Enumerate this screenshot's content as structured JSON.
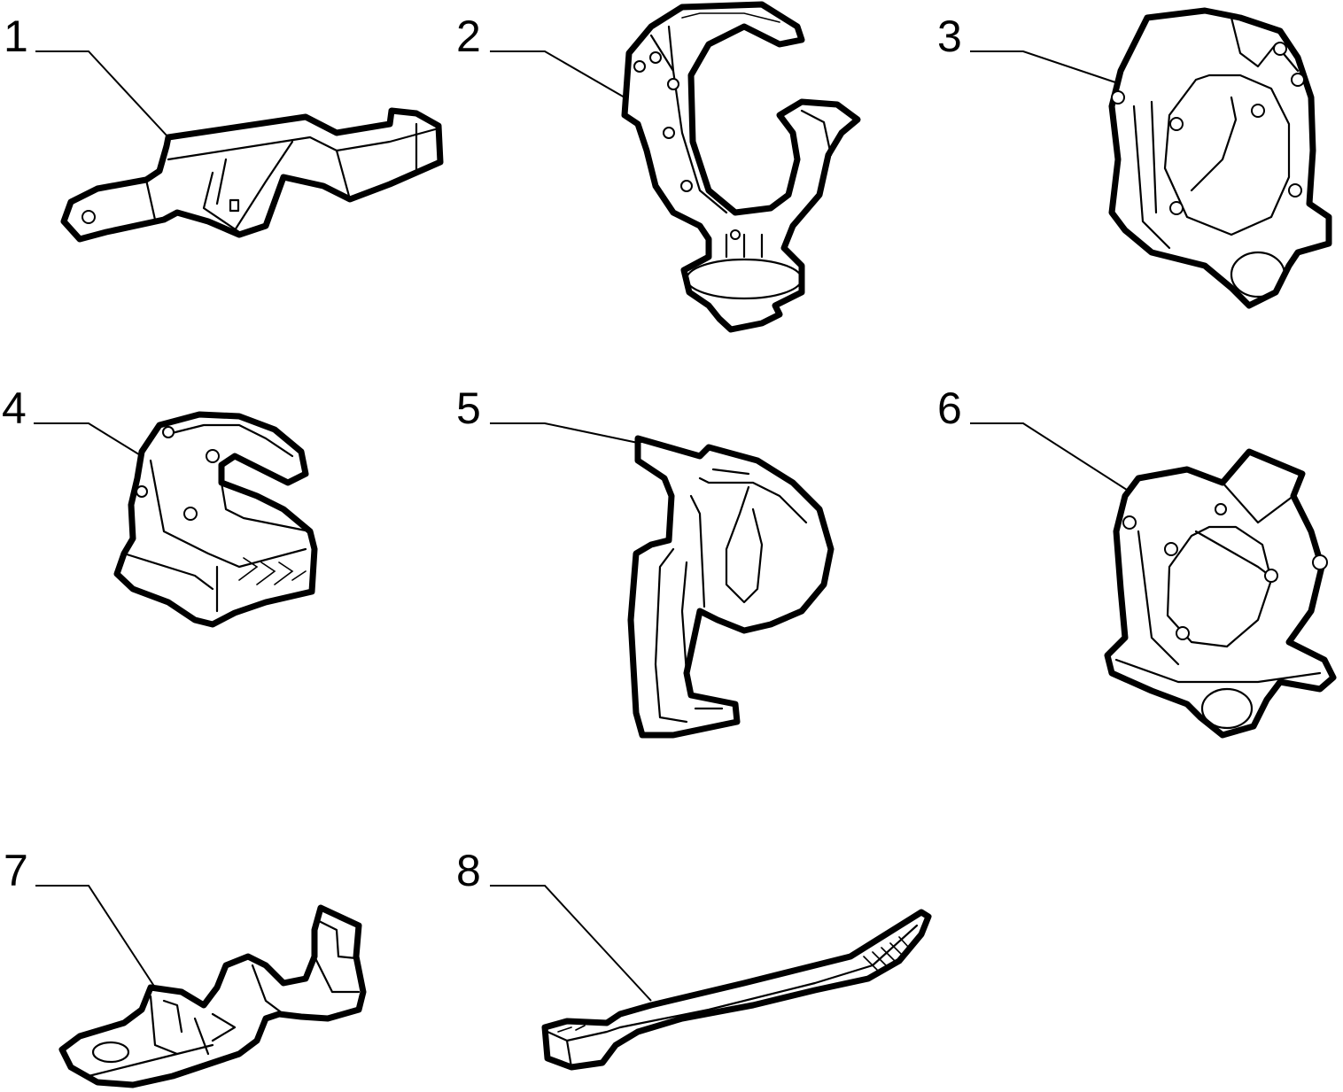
{
  "callouts": [
    {
      "id": 1,
      "label": "1"
    },
    {
      "id": 2,
      "label": "2"
    },
    {
      "id": 3,
      "label": "3"
    },
    {
      "id": 4,
      "label": "4"
    },
    {
      "id": 5,
      "label": "5"
    },
    {
      "id": 6,
      "label": "6"
    },
    {
      "id": 7,
      "label": "7"
    },
    {
      "id": 8,
      "label": "8"
    }
  ],
  "colors": {
    "ink": "#000000",
    "paper": "#ffffff"
  }
}
